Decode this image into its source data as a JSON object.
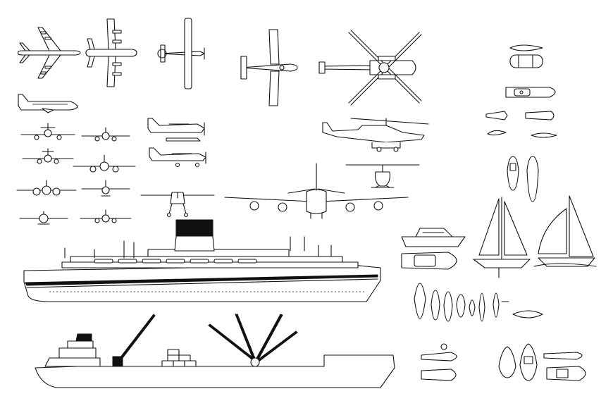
{
  "drawing": {
    "background": "#ffffff",
    "line_color": "#111111",
    "groups": [
      {
        "name": "aircraft",
        "items": [
          "airliner-top",
          "transport-top",
          "biplane-top",
          "cessna-top",
          "helicopter-rotor-top",
          "airliner-side",
          "small-jets-front",
          "cessna-side",
          "attack-helicopter-side",
          "jumbo-front",
          "helicopter-front",
          "prop-plane-front"
        ]
      },
      {
        "name": "boats",
        "items": [
          "rowboats-top",
          "speedboat-top",
          "small-boats",
          "canoes",
          "motor-yacht-side",
          "motor-yacht-top",
          "sailboat",
          "spinnaker-sailboat",
          "dinghies-top",
          "jetski",
          "powerboats"
        ]
      },
      {
        "name": "ships",
        "items": [
          "ocean-liner",
          "cargo-ship"
        ]
      }
    ]
  }
}
